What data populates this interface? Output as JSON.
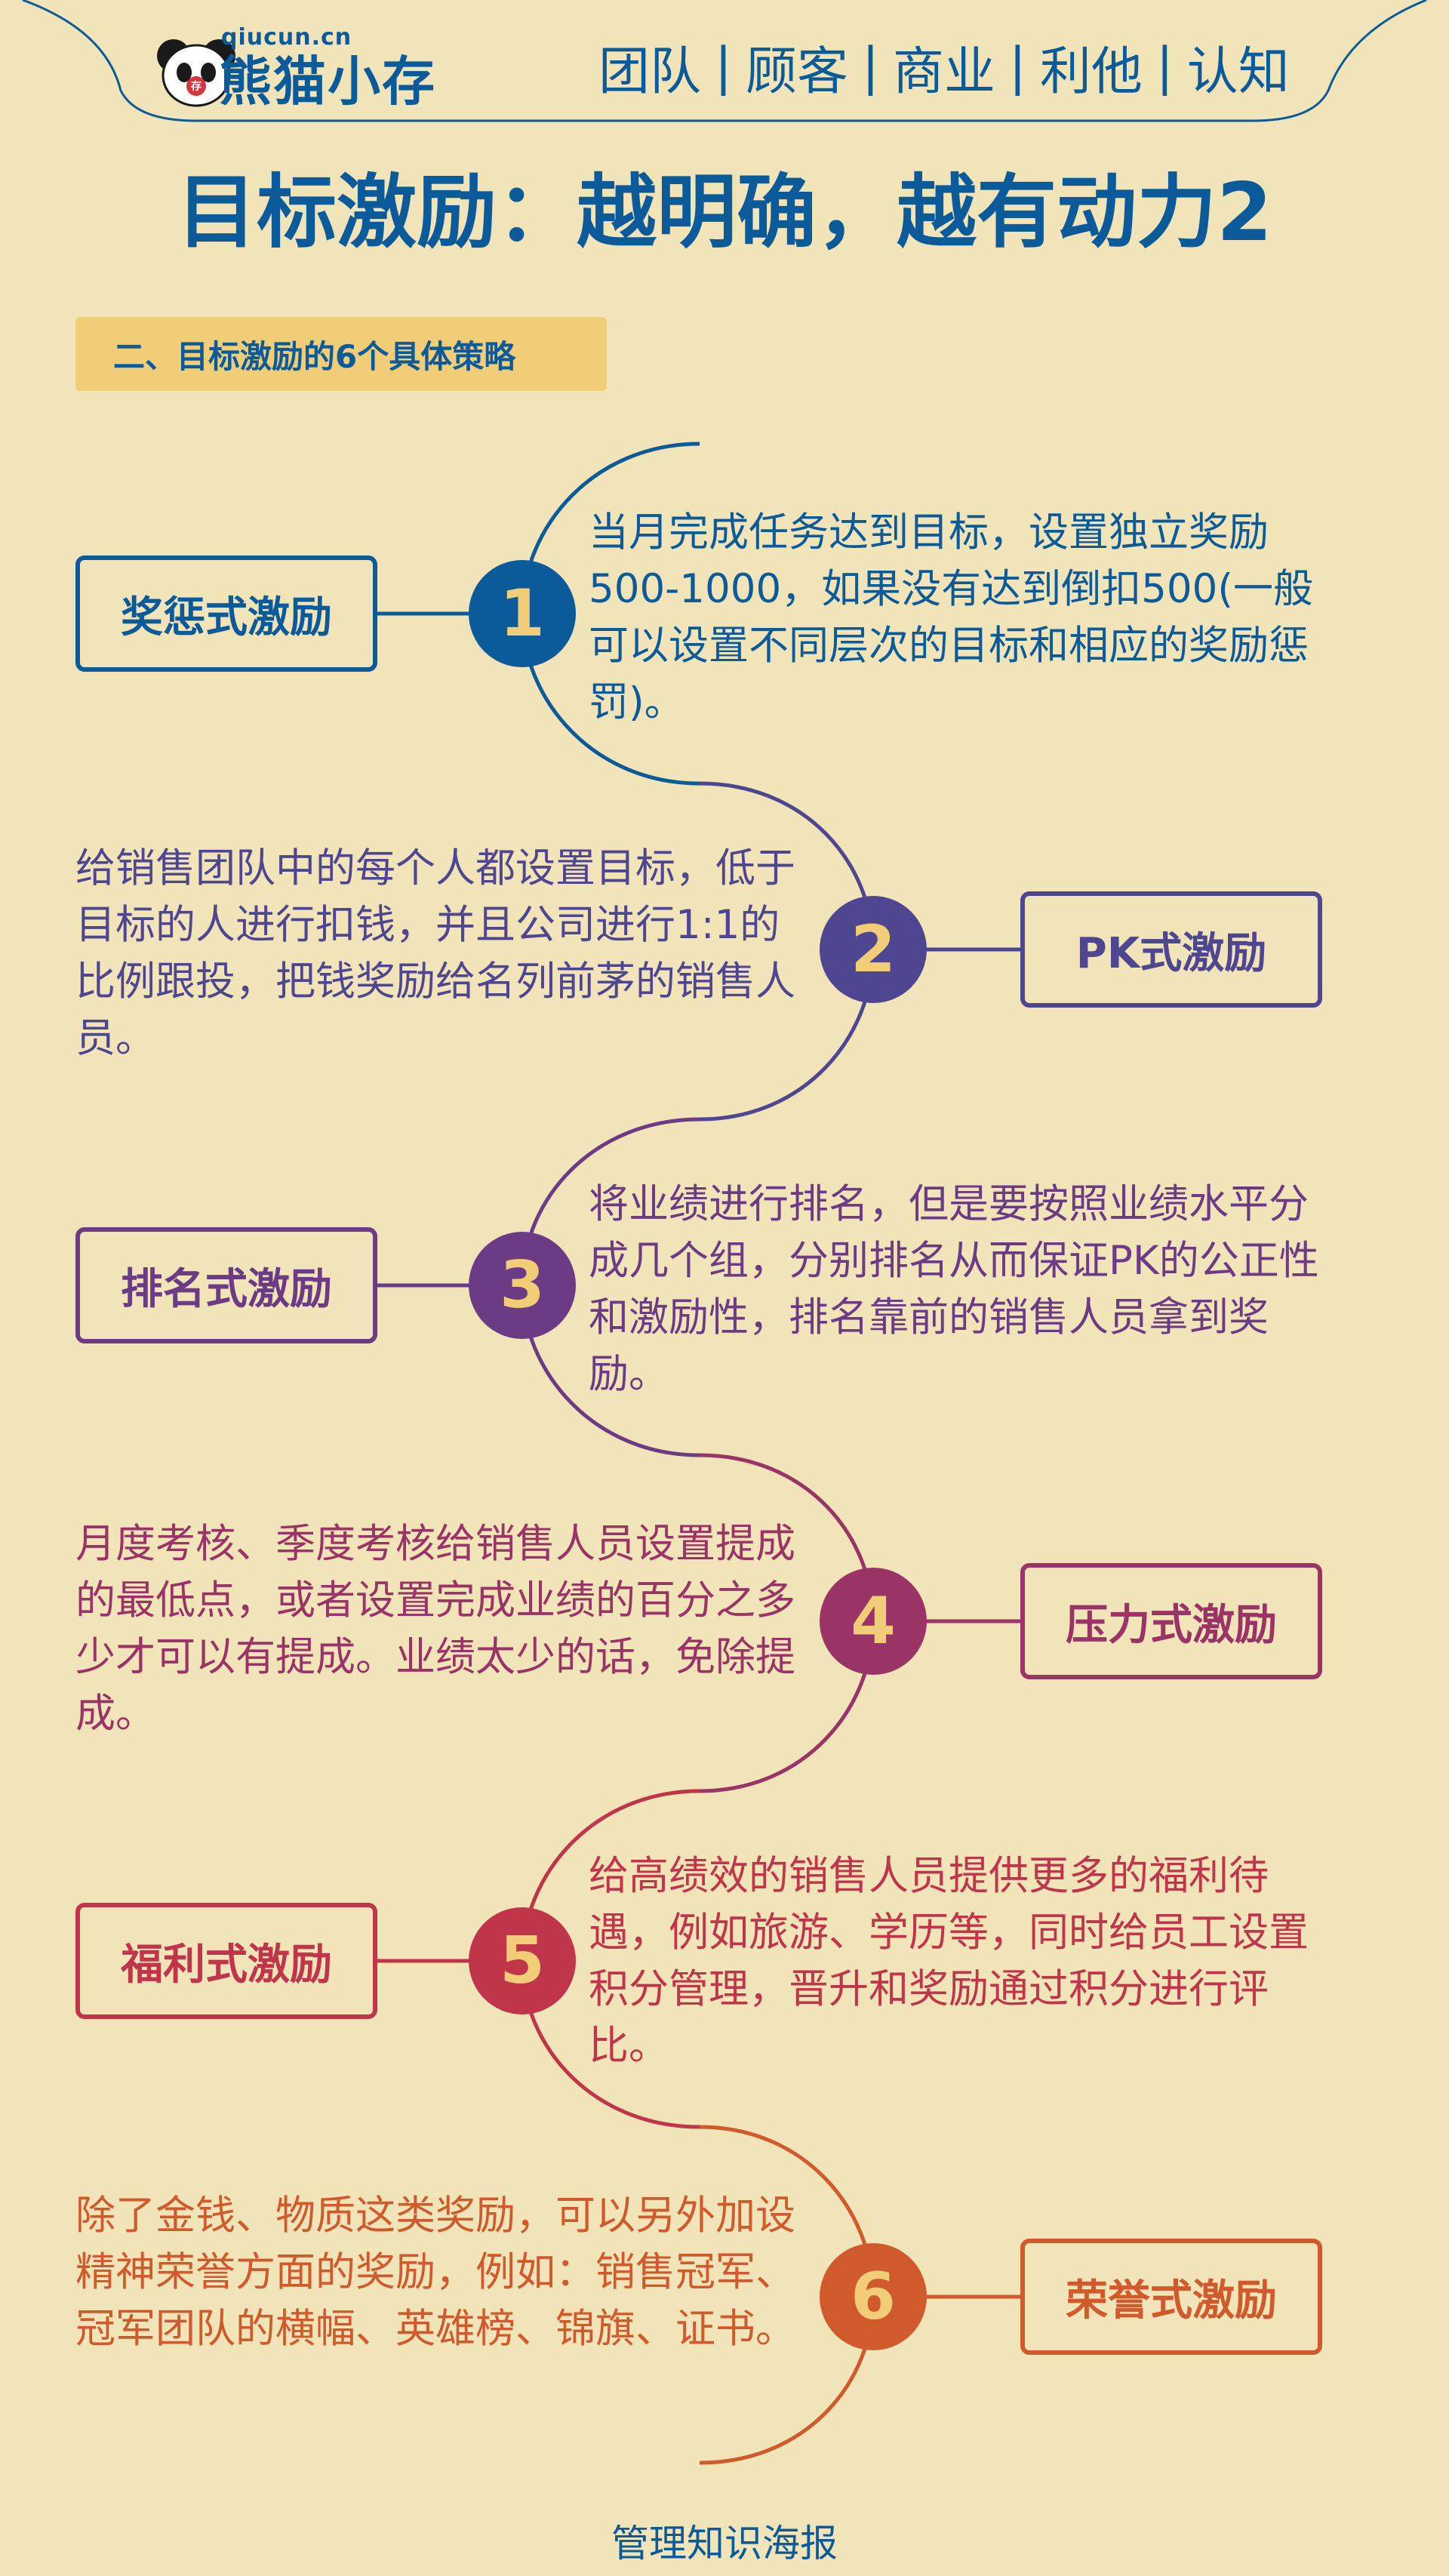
{
  "header": {
    "brand_site": "qiucun.cn",
    "brand_name": "熊猫小存",
    "nav": [
      "团队",
      "顾客",
      "商业",
      "利他",
      "认知"
    ],
    "nav_separator": "|"
  },
  "title": "目标激励：越明确，越有动力2",
  "section": "二、目标激励的6个具体策略",
  "steps": [
    {
      "number": "1",
      "label": "奖惩式激励",
      "text": "当月完成任务达到目标，设置独立奖励500-1000，如果没有达到倒扣500(一般可以设置不同层次的目标和相应的奖励惩罚)。",
      "color": "#0b5a9a"
    },
    {
      "number": "2",
      "label": "PK式激励",
      "text": "给销售团队中的每个人都设置目标，低于目标的人进行扣钱，并且公司进行1:1的比例跟投，把钱奖励给名列前茅的销售人员。",
      "color": "#4f4692"
    },
    {
      "number": "3",
      "label": "排名式激励",
      "text": "将业绩进行排名，但是要按照业绩水平分成几个组，分别排名从而保证PK的公正性和激励性，排名靠前的销售人员拿到奖励。",
      "color": "#6c3b86"
    },
    {
      "number": "4",
      "label": "压力式激励",
      "text": "月度考核、季度考核给销售人员设置提成的最低点，或者设置完成业绩的百分之多少才可以有提成。业绩太少的话，免除提成。",
      "color": "#9a3366"
    },
    {
      "number": "5",
      "label": "福利式激励",
      "text": "给高绩效的销售人员提供更多的福利待遇，例如旅游、学历等，同时给员工设置积分管理，晋升和奖励通过积分进行评比。",
      "color": "#c0354a"
    },
    {
      "number": "6",
      "label": "荣誉式激励",
      "text": "除了金钱、物质这类奖励，可以另外加设精神荣誉方面的奖励，例如：销售冠军、冠军团队的横幅、英雄榜、锦旗、证书。",
      "color": "#d05a2c"
    }
  ],
  "footer": "管理知识海报"
}
